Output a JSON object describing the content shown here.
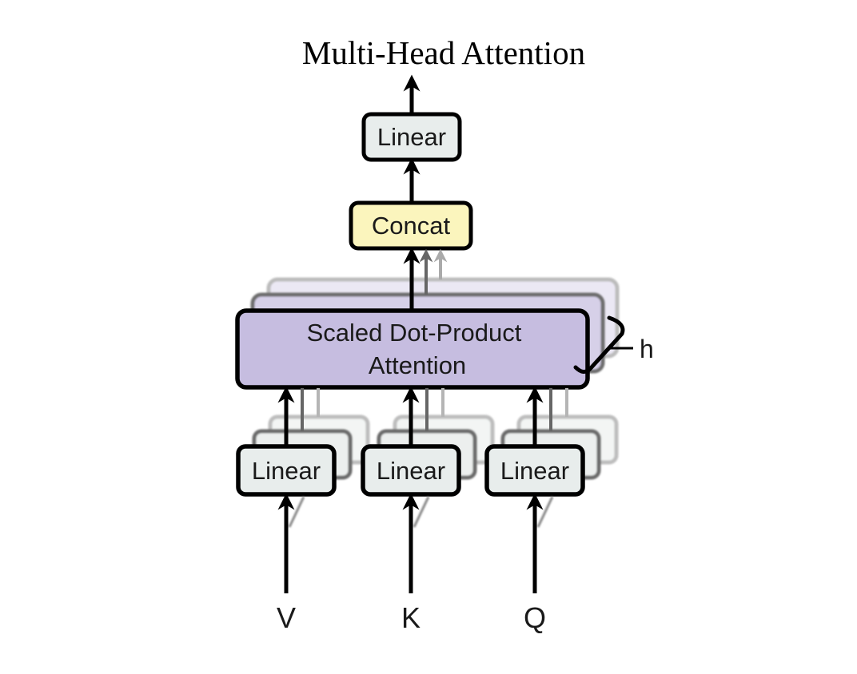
{
  "title": "Multi-Head Attention",
  "colors": {
    "linear_fill": "#e8edec",
    "concat_fill": "#fbf5bd",
    "attention_fill": "#c6bde0",
    "stroke": "#000000"
  },
  "blocks": {
    "output_linear": "Linear",
    "concat": "Concat",
    "attention_line1": "Scaled Dot-Product",
    "attention_line2": "Attention",
    "linear_v": "Linear",
    "linear_k": "Linear",
    "linear_q": "Linear"
  },
  "heads_label": "h",
  "inputs": [
    "V",
    "K",
    "Q"
  ]
}
